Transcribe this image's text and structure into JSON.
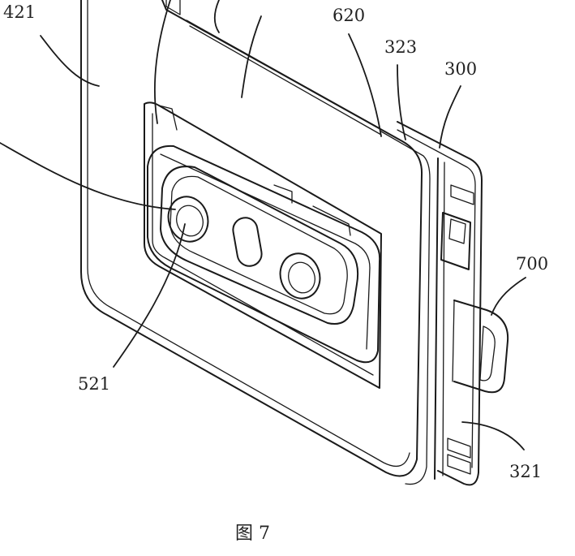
{
  "figure": {
    "caption": "图 7",
    "labels": {
      "l421": "421",
      "l620": "620",
      "l323": "323",
      "l300": "300",
      "l700": "700",
      "l521": "521",
      "l321": "321"
    }
  }
}
